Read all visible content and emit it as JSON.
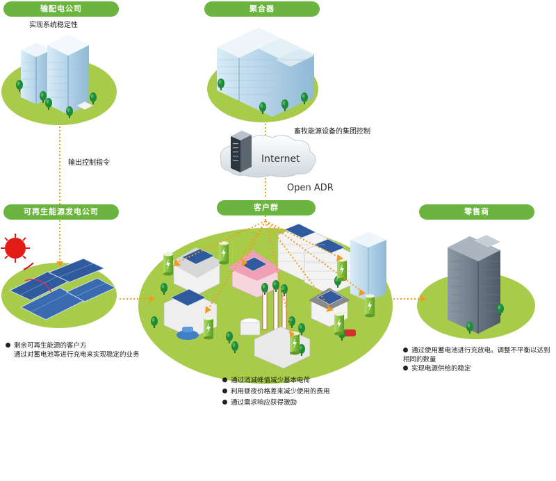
{
  "nodes": {
    "transmission": {
      "label": "输配电公司",
      "caption": "实现系统稳定性"
    },
    "aggregator": {
      "label": "聚合器",
      "caption": "畜牧能源设备的集团控制"
    },
    "renewable": {
      "label": "可再生能源发电公司"
    },
    "customers": {
      "label": "客户群"
    },
    "retailer": {
      "label": "零售商"
    }
  },
  "links": {
    "output_control": "输出控制指令",
    "internet": "Internet",
    "open_adr": "Open ADR"
  },
  "notes": {
    "renewable": [
      "剩余可再生能源的客户方",
      "通过对蓄电池等进行充电来实现稳定的业务"
    ],
    "customers": [
      "通过消减峰值减少基本电荷",
      "利用昼夜价格差来减少使用的费用",
      "通过需求响应获得激励"
    ],
    "retailer": [
      "通过使用蓄电池进行充放电。调整不平衡以达到相同的数量",
      "实现电源供给的稳定"
    ]
  },
  "colors": {
    "label_green": "#6bb43f",
    "ground_green": "#a8cc4a",
    "arrow_orange": "#f39a1e",
    "battery_green": "#8cc63f"
  }
}
